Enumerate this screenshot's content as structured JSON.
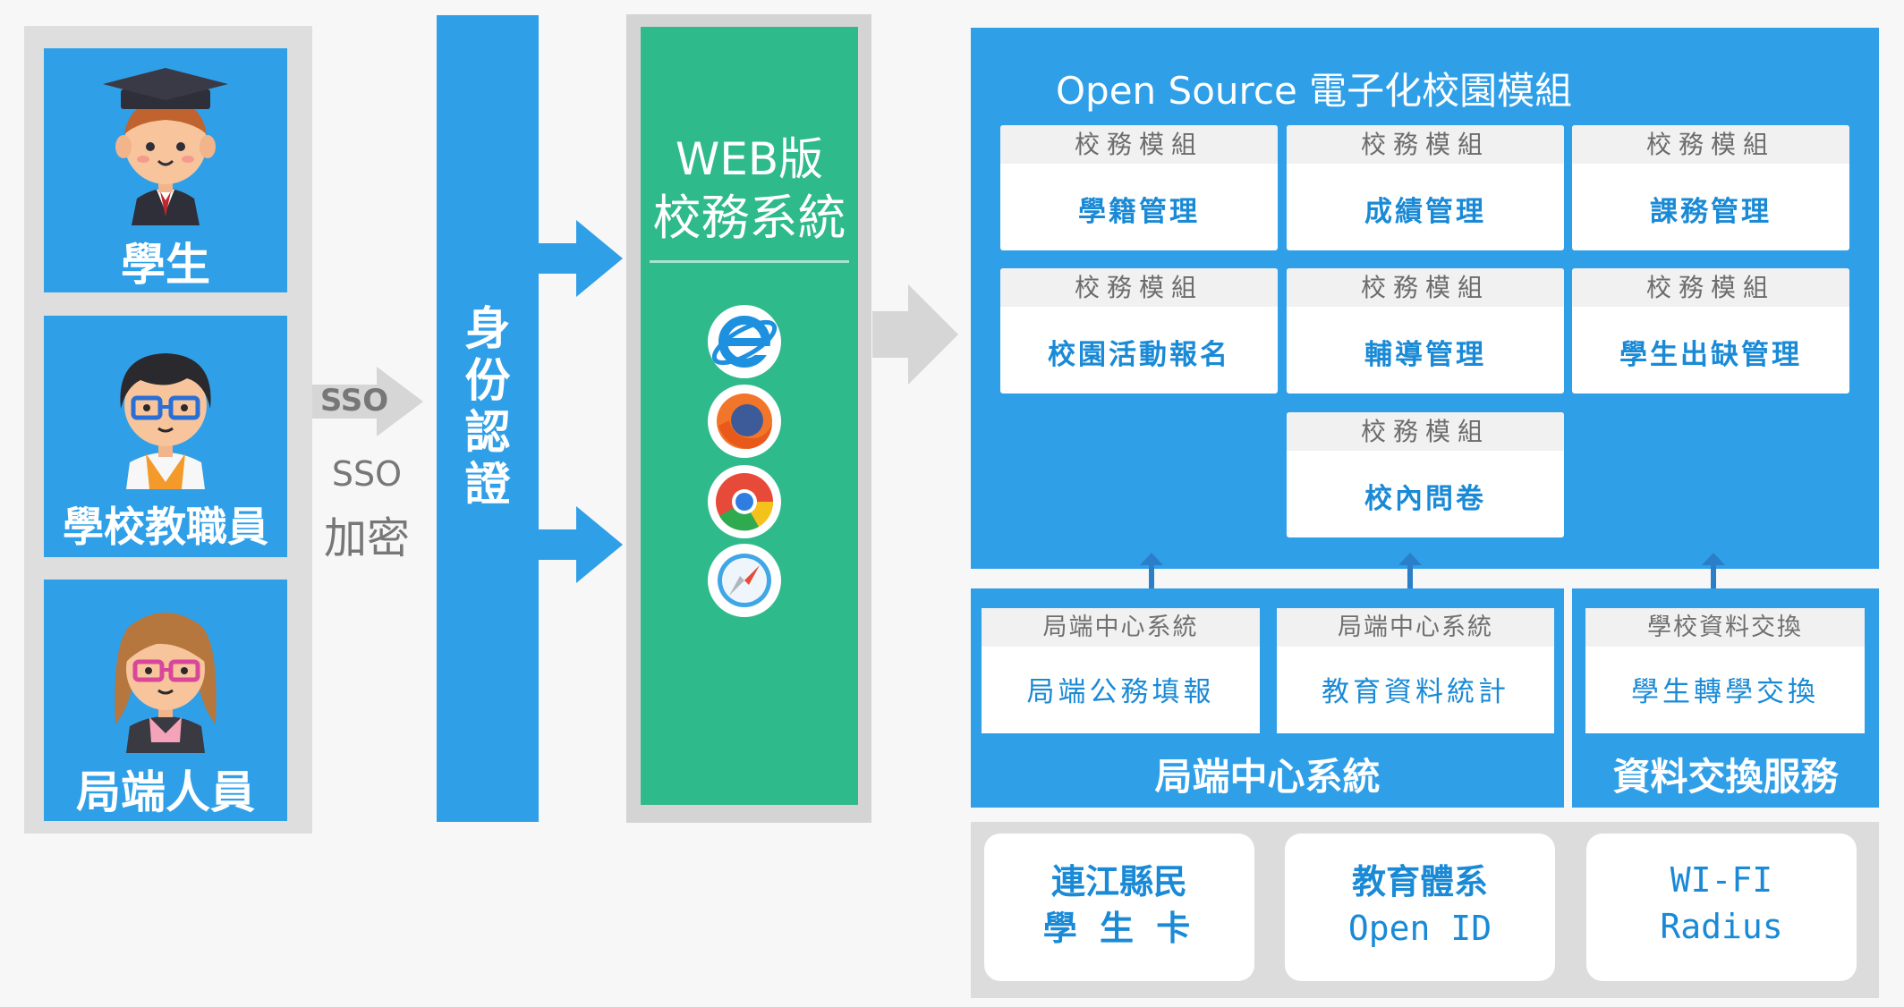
{
  "users": [
    {
      "label": "學生",
      "icon": "graduate-student-icon"
    },
    {
      "label": "學校教職員",
      "icon": "teacher-icon"
    },
    {
      "label": "局端人員",
      "icon": "staff-woman-icon"
    }
  ],
  "sso": {
    "label_top": "SSO",
    "label_enc_1": "SSO",
    "label_enc_2": "加密"
  },
  "auth": {
    "label": "身\n份\n認\n證"
  },
  "web_system": {
    "title_line1": "WEB版",
    "title_line2": "校務系統",
    "browsers": [
      "internet-explorer-icon",
      "firefox-icon",
      "chrome-icon",
      "safari-icon"
    ]
  },
  "open_source": {
    "title": "Open Source 電子化校園模組",
    "modules": [
      {
        "head": "校務模組",
        "name": "學籍管理"
      },
      {
        "head": "校務模組",
        "name": "成績管理"
      },
      {
        "head": "校務模組",
        "name": "課務管理"
      },
      {
        "head": "校務模組",
        "name": "校園活動報名"
      },
      {
        "head": "校務模組",
        "name": "輔導管理"
      },
      {
        "head": "校務模組",
        "name": "學生出缺管理"
      },
      {
        "head": "校務模組",
        "name": "校內問卷"
      }
    ]
  },
  "bureau": {
    "caption": "局端中心系統",
    "items": [
      {
        "head": "局端中心系統",
        "name": "局端公務填報"
      },
      {
        "head": "局端中心系統",
        "name": "教育資料統計"
      }
    ]
  },
  "exchange": {
    "caption": "資料交換服務",
    "items": [
      {
        "head": "學校資料交換",
        "name": "學生轉學交換"
      }
    ]
  },
  "bottom": [
    {
      "line1": "連江縣民",
      "line2": "學 生 卡"
    },
    {
      "line1": "教育體系",
      "line2": "Open ID"
    },
    {
      "line1": "WI-FI",
      "line2": "Radius"
    }
  ],
  "colors": {
    "blue": "#2f9fe8",
    "green": "#2fba8c",
    "text_blue": "#1a8ad6",
    "grey_arrow": "#d6d6d6"
  }
}
